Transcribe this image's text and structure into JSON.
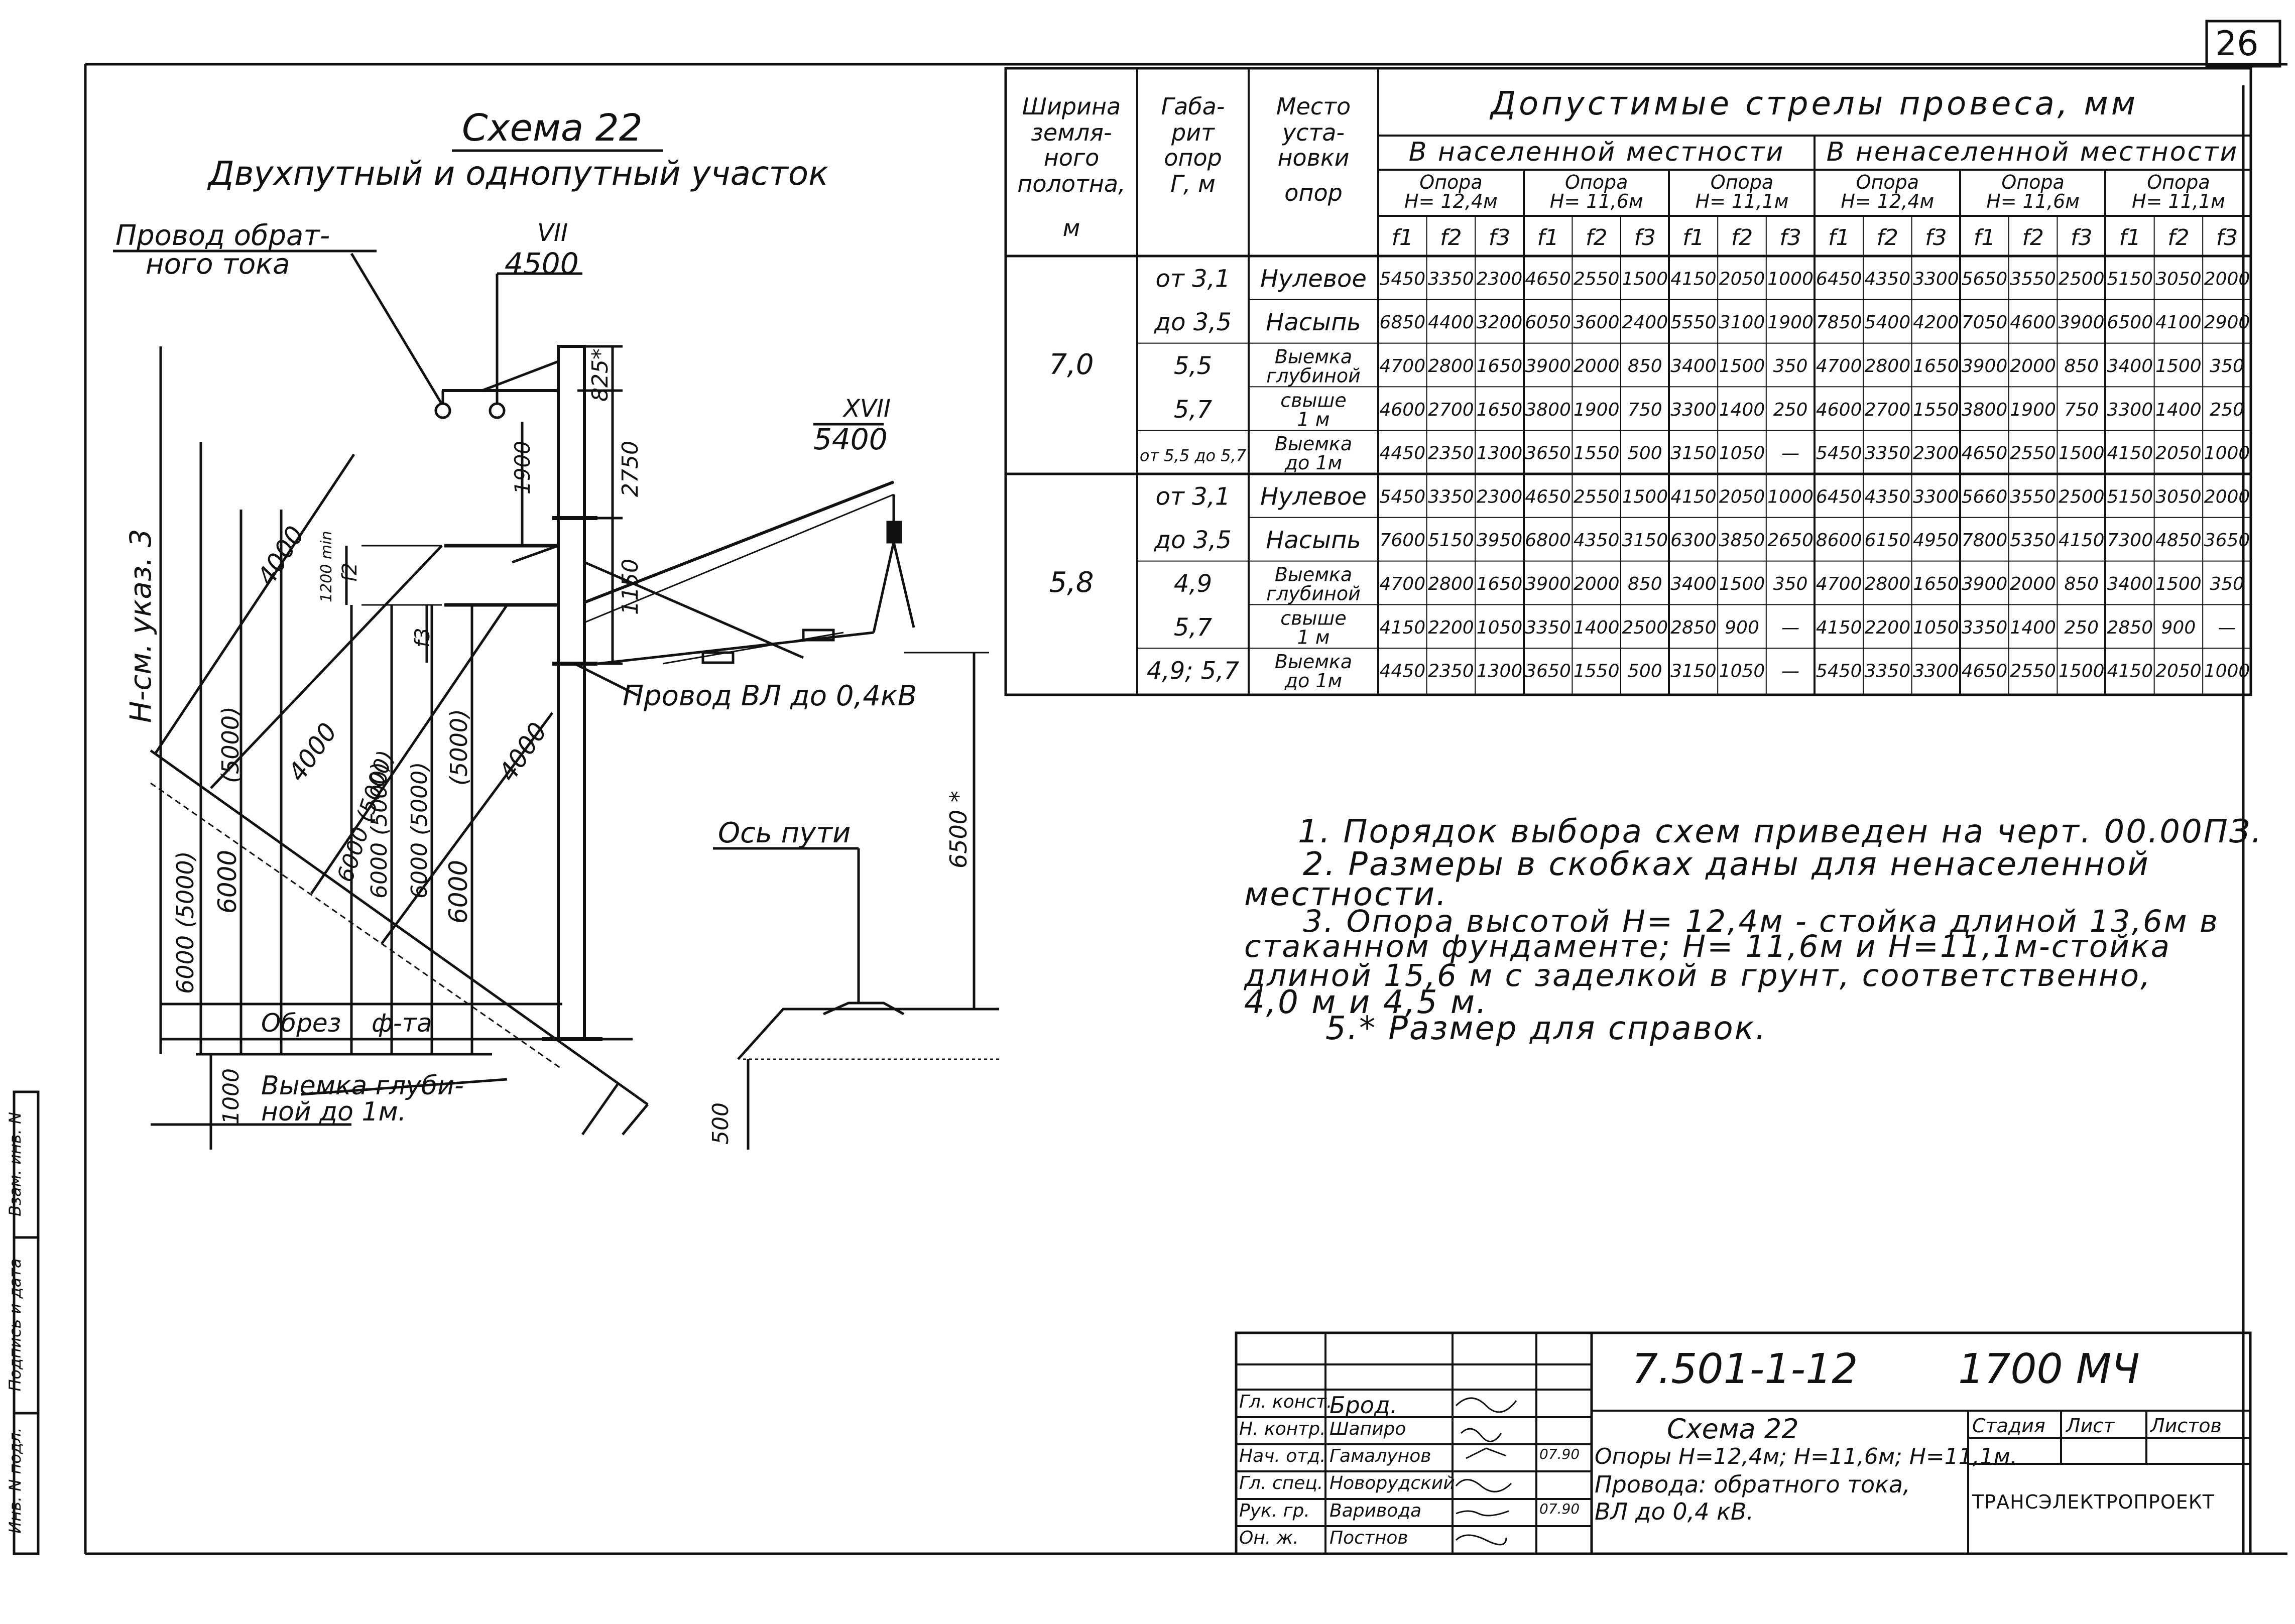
{
  "sheet_number": "26",
  "scheme": {
    "title": "Схема 22",
    "subtitle": "Двухпутный и однопутный участок"
  },
  "drawing": {
    "wire_return_current": [
      "Провод обрат-",
      "ного тока"
    ],
    "wire_vl": "Провод ВЛ до 0,4кВ",
    "track_axis": "Ось пути",
    "excavation": [
      "Выемка глуби-",
      "ной до 1м."
    ],
    "foundation_cut": [
      "Обрез",
      "ф-та"
    ],
    "h_note": "Н-см. указ. 3",
    "callout_vii": {
      "roman": "VII",
      "value": "4500"
    },
    "callout_xvii": {
      "roman": "XVII",
      "value": "5400"
    },
    "dims": {
      "d825": "825*",
      "d2750": "2750",
      "d1900": "1900",
      "d1150": "1150",
      "d1200": "1200 min",
      "f2": "f2",
      "f3": "f3",
      "d4000_upper": "4000",
      "d4000_mid": "4000",
      "d4000_right": "4000",
      "d5000_a": "(5000)",
      "d6000_a": "6000",
      "d6000_5000_a": "6000 (5000)",
      "d6000_5000_b": "6000 (5000)",
      "d6000_5000_c": "6000 (5000)",
      "d6000_5000_d": "6000 (5000)",
      "d5000_b": "(5000)",
      "d6000_b": "6000",
      "d6500": "6500 *",
      "d1000": "1000",
      "d500": "500"
    }
  },
  "table": {
    "head": {
      "col1": [
        "Ширина",
        "земля-",
        "ного",
        "полотна,",
        "м"
      ],
      "col2": [
        "Габа-",
        "рит",
        "опор",
        "Г, м"
      ],
      "col3": [
        "Место",
        "уста-",
        "новки",
        "опор"
      ],
      "main": "Допустимые стрелы провеса, мм",
      "populated": "В населенной местности",
      "unpopulated": "В ненаселенной местности",
      "supports": [
        [
          "Опора",
          "Н= 12,4м"
        ],
        [
          "Опора",
          "Н= 11,6м"
        ],
        [
          "Опора",
          "Н= 11,1м"
        ],
        [
          "Опора",
          "Н= 12,4м"
        ],
        [
          "Опора",
          "Н= 11,6м"
        ],
        [
          "Опора",
          "Н= 11,1м"
        ]
      ],
      "f": [
        "f1",
        "f2",
        "f3"
      ]
    },
    "groups": [
      {
        "width": "7,0",
        "rows": [
          {
            "gab": "от 3,1",
            "place": [
              "Нулевое"
            ],
            "v": [
              "5450",
              "3350",
              "2300",
              "4650",
              "2550",
              "1500",
              "4150",
              "2050",
              "1000",
              "6450",
              "4350",
              "3300",
              "5650",
              "3550",
              "2500",
              "5150",
              "3050",
              "2000"
            ]
          },
          {
            "gab": "до 3,5",
            "place": [
              "Насыпь"
            ],
            "v": [
              "6850",
              "4400",
              "3200",
              "6050",
              "3600",
              "2400",
              "5550",
              "3100",
              "1900",
              "7850",
              "5400",
              "4200",
              "7050",
              "4600",
              "3900",
              "6500",
              "4100",
              "2900"
            ]
          },
          {
            "gab": "5,5",
            "place": [
              "Выемка",
              "глубиной"
            ],
            "v": [
              "4700",
              "2800",
              "1650",
              "3900",
              "2000",
              "850",
              "3400",
              "1500",
              "350",
              "4700",
              "2800",
              "1650",
              "3900",
              "2000",
              "850",
              "3400",
              "1500",
              "350"
            ]
          },
          {
            "gab": "5,7",
            "place": [
              "свыше",
              "1 м"
            ],
            "v": [
              "4600",
              "2700",
              "1650",
              "3800",
              "1900",
              "750",
              "3300",
              "1400",
              "250",
              "4600",
              "2700",
              "1550",
              "3800",
              "1900",
              "750",
              "3300",
              "1400",
              "250"
            ]
          },
          {
            "gab": "от 5,5 до 5,7",
            "place": [
              "Выемка",
              "до 1м"
            ],
            "v": [
              "4450",
              "2350",
              "1300",
              "3650",
              "1550",
              "500",
              "3150",
              "1050",
              "—",
              "5450",
              "3350",
              "2300",
              "4650",
              "2550",
              "1500",
              "4150",
              "2050",
              "1000"
            ]
          }
        ]
      },
      {
        "width": "5,8",
        "rows": [
          {
            "gab": "от 3,1",
            "place": [
              "Нулевое"
            ],
            "v": [
              "5450",
              "3350",
              "2300",
              "4650",
              "2550",
              "1500",
              "4150",
              "2050",
              "1000",
              "6450",
              "4350",
              "3300",
              "5660",
              "3550",
              "2500",
              "5150",
              "3050",
              "2000"
            ]
          },
          {
            "gab": "до 3,5",
            "place": [
              "Насыпь"
            ],
            "v": [
              "7600",
              "5150",
              "3950",
              "6800",
              "4350",
              "3150",
              "6300",
              "3850",
              "2650",
              "8600",
              "6150",
              "4950",
              "7800",
              "5350",
              "4150",
              "7300",
              "4850",
              "3650"
            ]
          },
          {
            "gab": "4,9",
            "place": [
              "Выемка",
              "глубиной"
            ],
            "v": [
              "4700",
              "2800",
              "1650",
              "3900",
              "2000",
              "850",
              "3400",
              "1500",
              "350",
              "4700",
              "2800",
              "1650",
              "3900",
              "2000",
              "850",
              "3400",
              "1500",
              "350"
            ]
          },
          {
            "gab": "5,7",
            "place": [
              "свыше",
              "1 м"
            ],
            "v": [
              "4150",
              "2200",
              "1050",
              "3350",
              "1400",
              "2500",
              "2850",
              "900",
              "—",
              "4150",
              "2200",
              "1050",
              "3350",
              "1400",
              "250",
              "2850",
              "900",
              "—"
            ]
          },
          {
            "gab": "4,9; 5,7",
            "place": [
              "Выемка",
              "до 1м"
            ],
            "v": [
              "4450",
              "2350",
              "1300",
              "3650",
              "1550",
              "500",
              "3150",
              "1050",
              "—",
              "5450",
              "3350",
              "3300",
              "4650",
              "2550",
              "1500",
              "4150",
              "2050",
              "1000"
            ]
          }
        ]
      }
    ]
  },
  "notes": [
    "1. Порядок выбора схем приведен на черт. 00.00ПЗ.",
    "2. Размеры в скобках даны для ненаселенной",
    "местности.",
    "3. Опора высотой Н= 12,4м - стойка длиной 13,6м в",
    "стаканном фундаменте; Н= 11,6м и Н=11,1м-стойка",
    "длиной 15,6 м с заделкой в грунт, соответственно,",
    "4,0 м и 4,5 м.",
    "5.* Размер для справок."
  ],
  "title_block": {
    "code": "7.501-1-12",
    "sub_code": "1700 МЧ",
    "description": [
      "Схема 22",
      "Опоры Н=12,4м; Н=11,6м; Н=11,1м.",
      "Провода: обратного тока,",
      "ВЛ до 0,4 кВ."
    ],
    "stage_label": "Стадия",
    "sheet_label": "Лист",
    "sheets_label": "Листов",
    "org": "ТРАНСЭЛЕКТРОПРОЕКТ",
    "staff": [
      {
        "role": "Гл. конст.",
        "name": "Брод.",
        "date": ""
      },
      {
        "role": "Н. контр.",
        "name": "Шапиро",
        "date": ""
      },
      {
        "role": "Нач. отд.",
        "name": "Гамалунов",
        "date": "07.90"
      },
      {
        "role": "Гл. спец.",
        "name": "Новорудский",
        "date": ""
      },
      {
        "role": "Рук. гр.",
        "name": "Варивода",
        "date": "07.90"
      },
      {
        "role": "Он. ж.",
        "name": "Постнов",
        "date": ""
      }
    ]
  },
  "side_stamp": [
    "Инв. N подл.",
    "Подпись и дата",
    "Взам. инв. N"
  ]
}
